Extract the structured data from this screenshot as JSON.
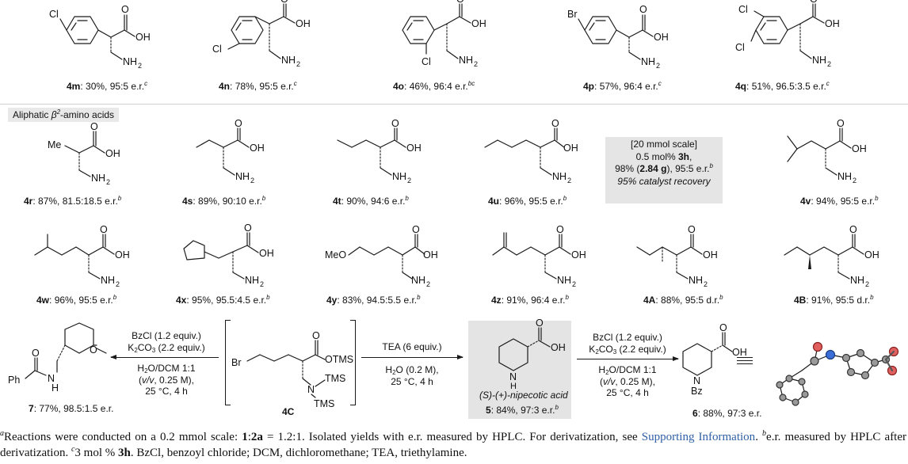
{
  "row1": [
    {
      "id": "4m",
      "yield": "30%",
      "er": "95:5 e.r.",
      "note": "c"
    },
    {
      "id": "4n",
      "yield": "78%",
      "er": "95:5 e.r.",
      "note": "c"
    },
    {
      "id": "4o",
      "yield": "46%",
      "er": "96:4 e.r.",
      "note": "bc"
    },
    {
      "id": "4p",
      "yield": "57%",
      "er": "96:4 e.r.",
      "note": "c"
    },
    {
      "id": "4q",
      "yield": "51%",
      "er": "96.5:3.5 e.r.",
      "note": "c"
    }
  ],
  "section": {
    "prefix": "Aliphatic ",
    "beta": "β",
    "two": "2",
    "suffix": "-amino acids"
  },
  "row2": [
    {
      "id": "4r",
      "yield": "87%",
      "er": "81.5:18.5 e.r.",
      "note": "b"
    },
    {
      "id": "4s",
      "yield": "89%",
      "er": "90:10 e.r.",
      "note": "b"
    },
    {
      "id": "4t",
      "yield": "90%",
      "er": "94:6 e.r.",
      "note": "b"
    },
    {
      "id": "4u",
      "yield": "96%",
      "er": "95:5 e.r.",
      "note": "b"
    },
    {
      "id": "4v",
      "yield": "94%",
      "er": "95:5 e.r.",
      "note": "b"
    }
  ],
  "info_box": {
    "scale": "[20 mmol scale]",
    "loading_pre": "0.5 mol% ",
    "loading_cat": "3h",
    "loading_post": ",",
    "yield_pre": "98% (",
    "yield_mass": "2.84 g",
    "yield_post": "), 95:5 e.r.",
    "yield_note": "b",
    "recovery": "95% catalyst recovery"
  },
  "row3": [
    {
      "id": "4w",
      "yield": "96%",
      "er": "95:5 e.r.",
      "note": "b"
    },
    {
      "id": "4x",
      "yield": "95%",
      "er": "95.5:4.5 e.r.",
      "note": "b"
    },
    {
      "id": "4y",
      "yield": "83%",
      "er": "94.5:5.5 e.r.",
      "note": "b"
    },
    {
      "id": "4z",
      "yield": "91%",
      "er": "96:4 e.r.",
      "note": "b"
    },
    {
      "id": "4A",
      "yield": "88%",
      "er": "95:5 d.r.",
      "note": "b"
    },
    {
      "id": "4B",
      "yield": "91%",
      "er": "95:5 d.r.",
      "note": "b"
    }
  ],
  "derivatization": {
    "left_conditions": {
      "line1": "BzCl (1.2 equiv.)",
      "line2_pre": "K",
      "line2_sub1": "2",
      "line2_mid": "CO",
      "line2_sub2": "3",
      "line2_post": " (2.2 equiv.)",
      "line3_pre": "H",
      "line3_sub": "2",
      "line3_post": "O/DCM 1:1",
      "line4_pre": "(",
      "line4_vv": "v/v",
      "line4_post": ", 0.25 M),",
      "line5": "25 °C, 4 h"
    },
    "center_conditions": {
      "line1": "TEA (6 equiv.)",
      "line2_pre": "H",
      "line2_sub": "2",
      "line2_post": "O (0.2 M),",
      "line3": "25 °C, 4 h"
    },
    "right_conditions": {
      "line1": "BzCl (1.2 equiv.)",
      "line2_pre": "K",
      "line2_sub1": "2",
      "line2_mid": "CO",
      "line2_sub2": "3",
      "line2_post": " (2.2 equiv.)",
      "line3_pre": "H",
      "line3_sub": "2",
      "line3_post": "O/DCM 1:1",
      "line4_pre": "(",
      "line4_vv": "v/v",
      "line4_post": ", 0.25 M),",
      "line5": "25 °C, 4 h"
    },
    "product7": {
      "id": "7",
      "yield": "77%",
      "er": "98.5:1.5 e.r."
    },
    "intermediate": {
      "id": "4C"
    },
    "product5": {
      "name": "(S)-(+)-nipecotic acid",
      "id": "5",
      "yield": "84%",
      "er": "97:3 e.r.",
      "note": "b"
    },
    "product6": {
      "id": "6",
      "yield": "88%",
      "er": "97:3 e.r."
    }
  },
  "atoms": {
    "Cl": "Cl",
    "Br": "Br",
    "OH": "OH",
    "O": "O",
    "NH2": "NH",
    "sub2": "2",
    "Me": "Me",
    "MeO": "MeO",
    "OTMS": "OTMS",
    "TMS": "TMS",
    "N": "N",
    "H": "H",
    "NH": "N",
    "Ph": "Ph",
    "Bz": "Bz"
  },
  "footnote": {
    "a": "a",
    "p1": "Reactions were conducted on a 0.2 mmol scale: ",
    "b1": "1",
    "p2": ":",
    "b2": "2a",
    "p3": " = 1.2:1. Isolated yields with e.r. measured by HPLC. For derivatization, see ",
    "link": "Supporting Information",
    "p4": ". ",
    "b": "b",
    "p5": "e.r. measured by HPLC after derivatization. ",
    "c": "c",
    "p6": "3 mol % ",
    "b3": "3h",
    "p7": ". BzCl, benzoyl chloride; DCM, dichloromethane; TEA, triethylamine."
  }
}
